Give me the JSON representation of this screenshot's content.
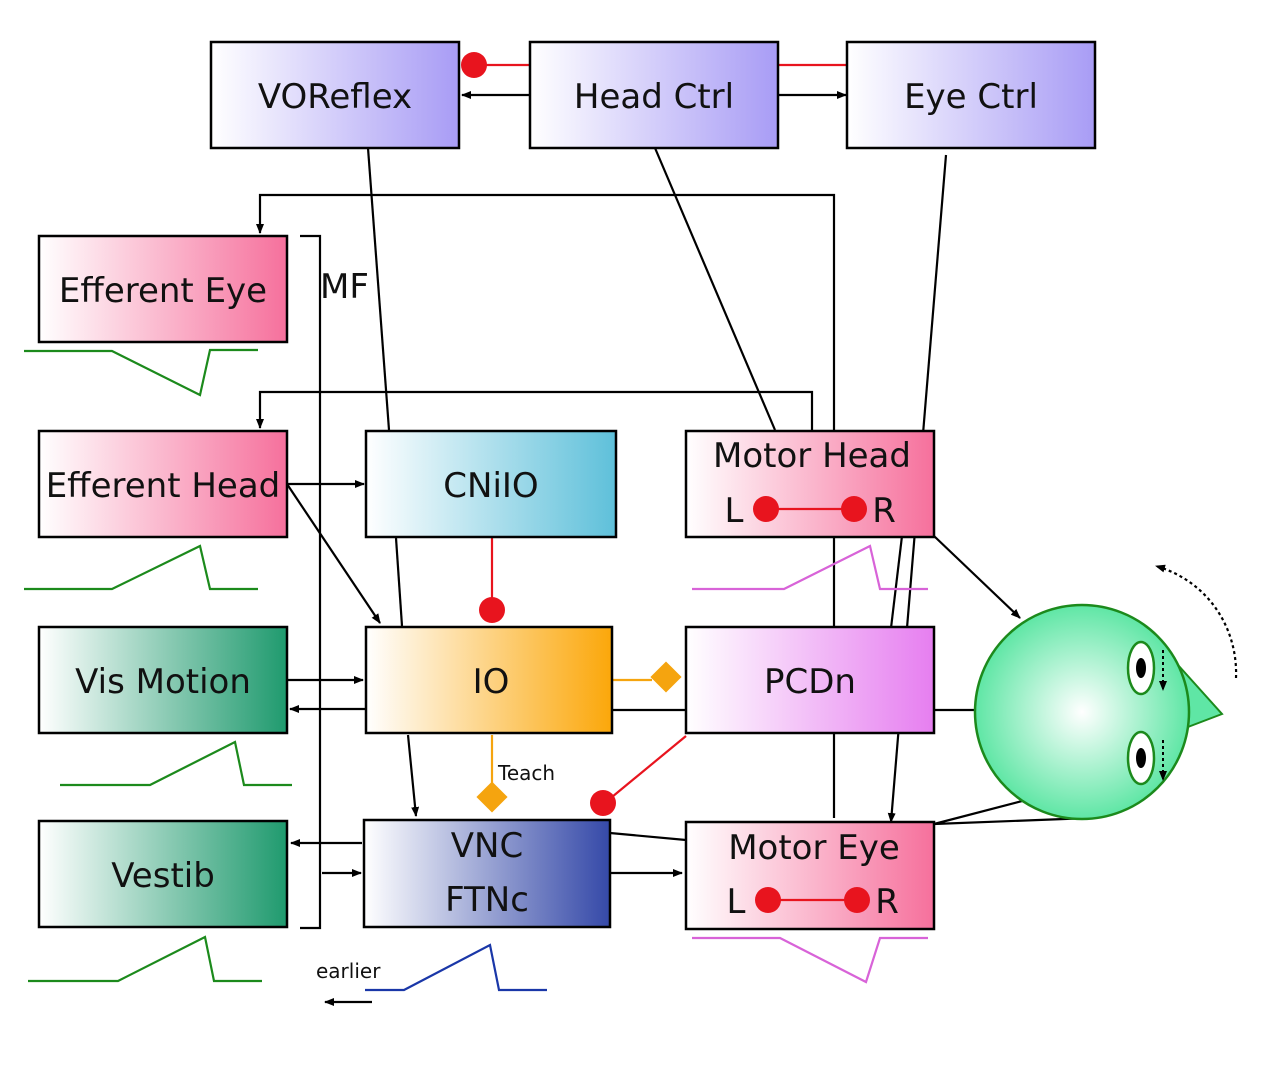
{
  "boxes": {
    "voreflex": "VOReflex",
    "head_ctrl": "Head Ctrl",
    "eye_ctrl": "Eye Ctrl",
    "efferent_eye": "Efferent Eye",
    "efferent_head": "Efferent Head",
    "cniio": "CNiIO",
    "motor_head": "Motor Head",
    "vis_motion": "Vis Motion",
    "io": "IO",
    "pcdn": "PCDn",
    "vestib": "Vestib",
    "vnc_line1": "VNC",
    "vnc_line2": "FTNc",
    "motor_eye": "Motor Eye"
  },
  "side_labels": {
    "left": "L",
    "right": "R"
  },
  "annotations": {
    "mf": "MF",
    "teach": "Teach",
    "earlier": "earlier"
  },
  "colors": {
    "pink": "#f6709c",
    "purple": "#a89cf5",
    "cyan": "#5ec0da",
    "teal": "#1f9a6e",
    "orange": "#fba70a",
    "violet": "#e67ef0",
    "navy": "#3549a8",
    "head_green": "#5fe6a5",
    "inhibitory_red": "#e8141e",
    "teach_orange": "#f5a40f"
  }
}
